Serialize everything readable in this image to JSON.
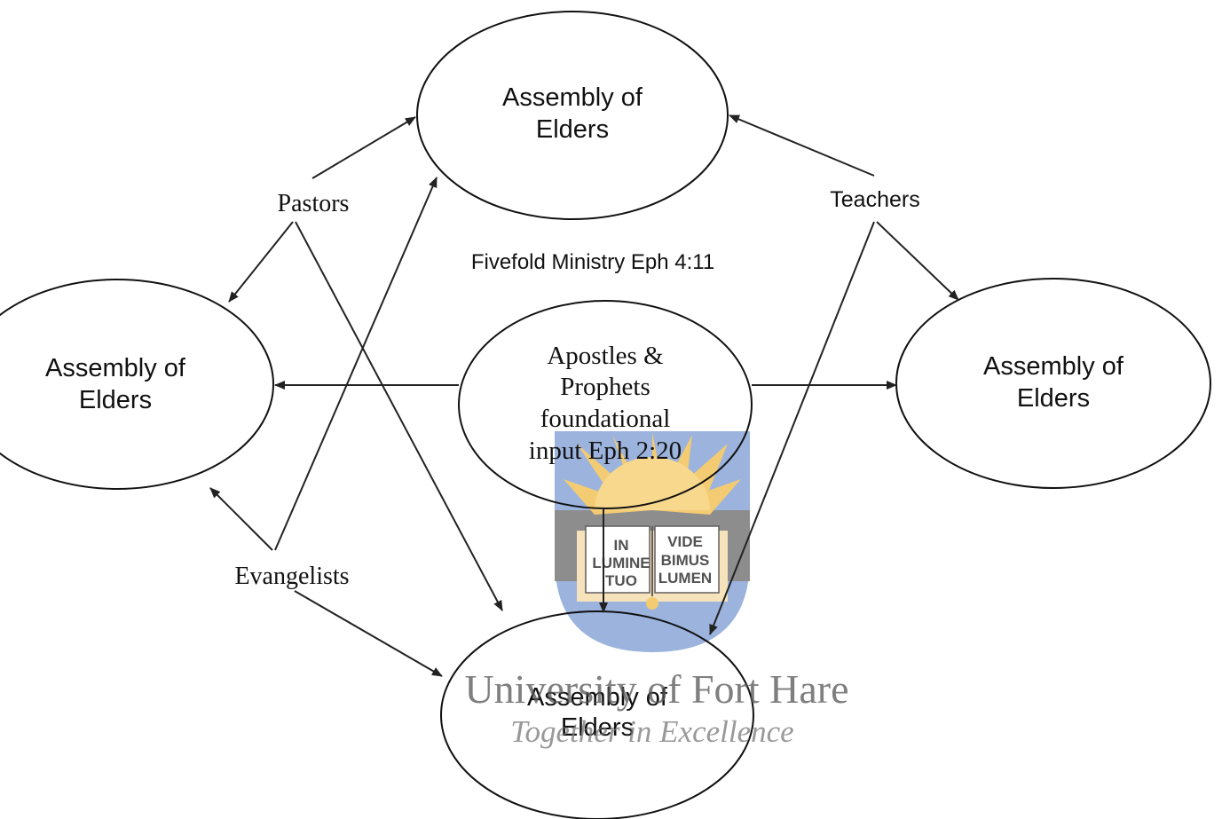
{
  "diagram": {
    "title": "Fivefold Ministry Eph 4:11",
    "nodes": {
      "top": [
        "Assembly of",
        "Elders"
      ],
      "left": [
        "Assembly of",
        "Elders"
      ],
      "right": [
        "Assembly of",
        "Elders"
      ],
      "bottom": [
        "Assembly of",
        "Elders"
      ]
    },
    "center": [
      "Apostles &",
      "Prophets",
      "foundational",
      "input Eph 2:20"
    ],
    "roles": {
      "pastors": "Pastors",
      "teachers": "Teachers",
      "evangelists": "Evangelists"
    }
  },
  "watermark": {
    "institution": "University of Fort Hare",
    "motto": "Together in Excellence",
    "crest_text": [
      "IN",
      "LUMINE",
      "TUO",
      "VIDE",
      "BIMUS",
      "LUMEN"
    ],
    "colors": {
      "blue": "#5a7fc0",
      "gold": "#f2c35a",
      "gray": "#6e6e6e"
    }
  }
}
